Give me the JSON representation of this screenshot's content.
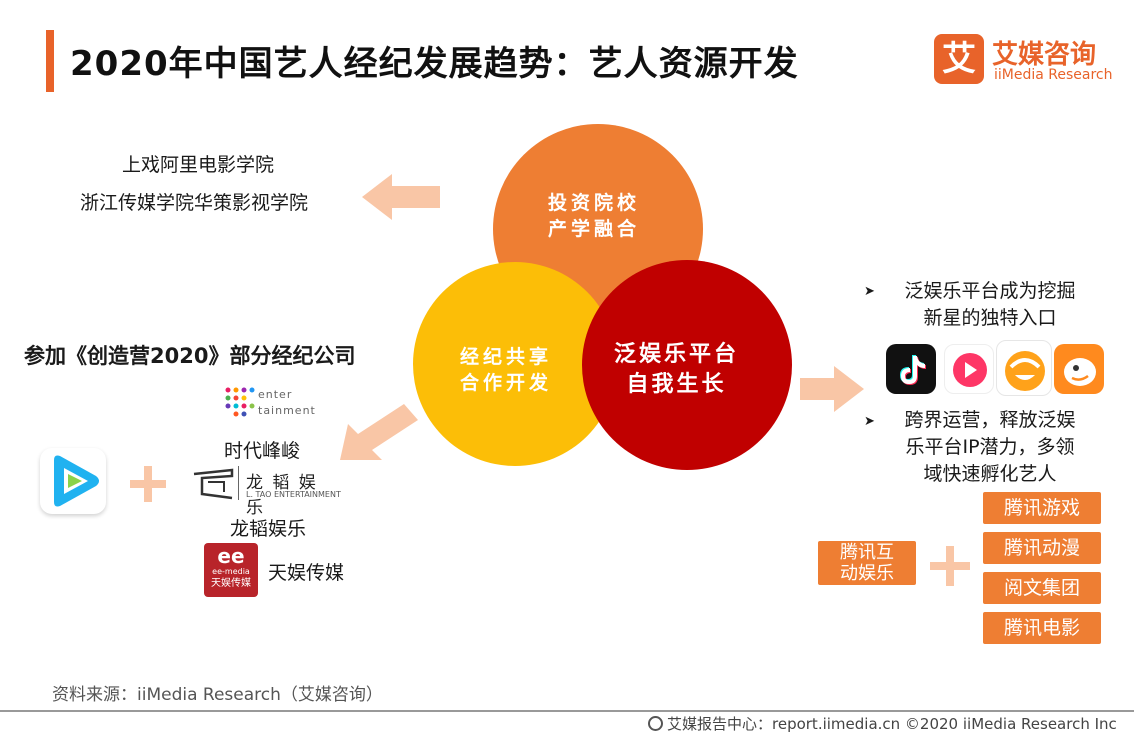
{
  "header": {
    "title": "2020年中国艺人经纪发展趋势：艺人资源开发",
    "logo_mark": "艾",
    "logo_cn": "艾媒咨询",
    "logo_en": "iiMedia Research"
  },
  "circles": {
    "top_line1": "投资院校",
    "top_line2": "产学融合",
    "left_line1": "经纪共享",
    "left_line2": "合作开发",
    "right_line1": "泛娱乐平台",
    "right_line2": "自我生长"
  },
  "schools": {
    "line1": "上戏阿里电影学院",
    "line2": "浙江传媒学院华策影视学院"
  },
  "agencies": {
    "heading": "参加《创造营2020》部分经纪公司",
    "items": [
      "时代峰峻",
      "龙韬娱乐",
      "天娱传媒"
    ],
    "enter_logo_top": "enter",
    "enter_logo_bottom": "tainment",
    "longtao_logo_cn": "龙 韬 娱 乐",
    "longtao_logo_en": "L. TAO ENTERTAINMENT",
    "eemedia_logo_top": "ee-media",
    "eemedia_logo_bottom": "天娱传媒"
  },
  "platform": {
    "bullet1": "泛娱乐平台成为挖掘新星的独特入口",
    "bullet2": "跨界运营，释放泛娱乐平台IP潜力，多领域快速孵化艺人",
    "bullet1_line1": "泛娱乐平台成为挖掘",
    "bullet1_line2": "新星的独特入口",
    "bullet2_line1": "跨界运营，释放泛娱",
    "bullet2_line2": "乐平台IP潜力，多领",
    "bullet2_line3": "域快速孵化艺人",
    "tencent_main_line1": "腾讯互",
    "tencent_main_line2": "动娱乐",
    "tencent_units": [
      "腾讯游戏",
      "腾讯动漫",
      "阅文集团",
      "腾讯电影"
    ]
  },
  "footer": {
    "source": "资料来源：iiMedia Research（艾媒咨询）",
    "site": "艾媒报告中心：report.iimedia.cn  ©2020  iiMedia Research  Inc"
  },
  "colors": {
    "accent": "#e8632a",
    "circle_top": "#ee7e33",
    "circle_left": "#fcbe07",
    "circle_right": "#c00000",
    "arrow": "#f9c6a6"
  }
}
